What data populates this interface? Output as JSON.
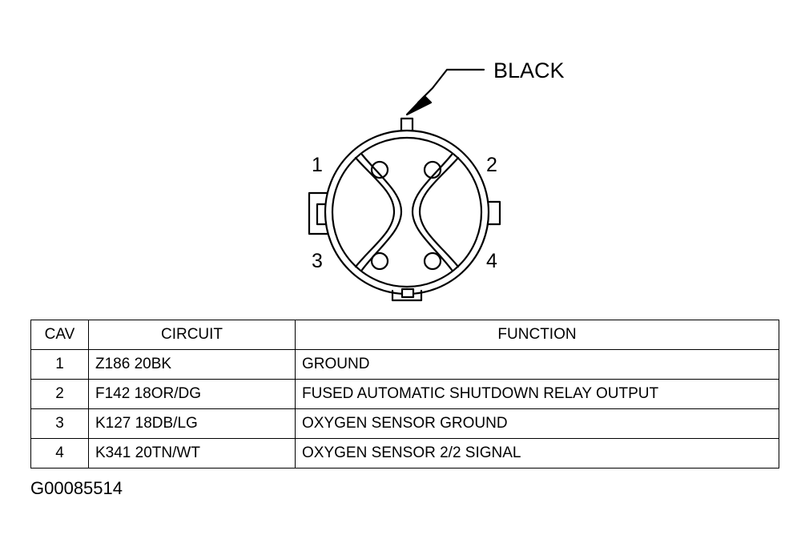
{
  "connector": {
    "color_label": "BLACK",
    "cavity_labels": [
      "1",
      "2",
      "3",
      "4"
    ]
  },
  "table": {
    "headers": {
      "cav": "CAV",
      "circuit": "CIRCUIT",
      "function": "FUNCTION"
    },
    "rows": [
      {
        "cav": "1",
        "circuit": "Z186 20BK",
        "function": "GROUND"
      },
      {
        "cav": "2",
        "circuit": "F142 18OR/DG",
        "function": "FUSED AUTOMATIC SHUTDOWN RELAY OUTPUT"
      },
      {
        "cav": "3",
        "circuit": "K127 18DB/LG",
        "function": "OXYGEN SENSOR GROUND"
      },
      {
        "cav": "4",
        "circuit": "K341 20TN/WT",
        "function": "OXYGEN SENSOR 2/2 SIGNAL"
      }
    ]
  },
  "figure_id": "G00085514"
}
